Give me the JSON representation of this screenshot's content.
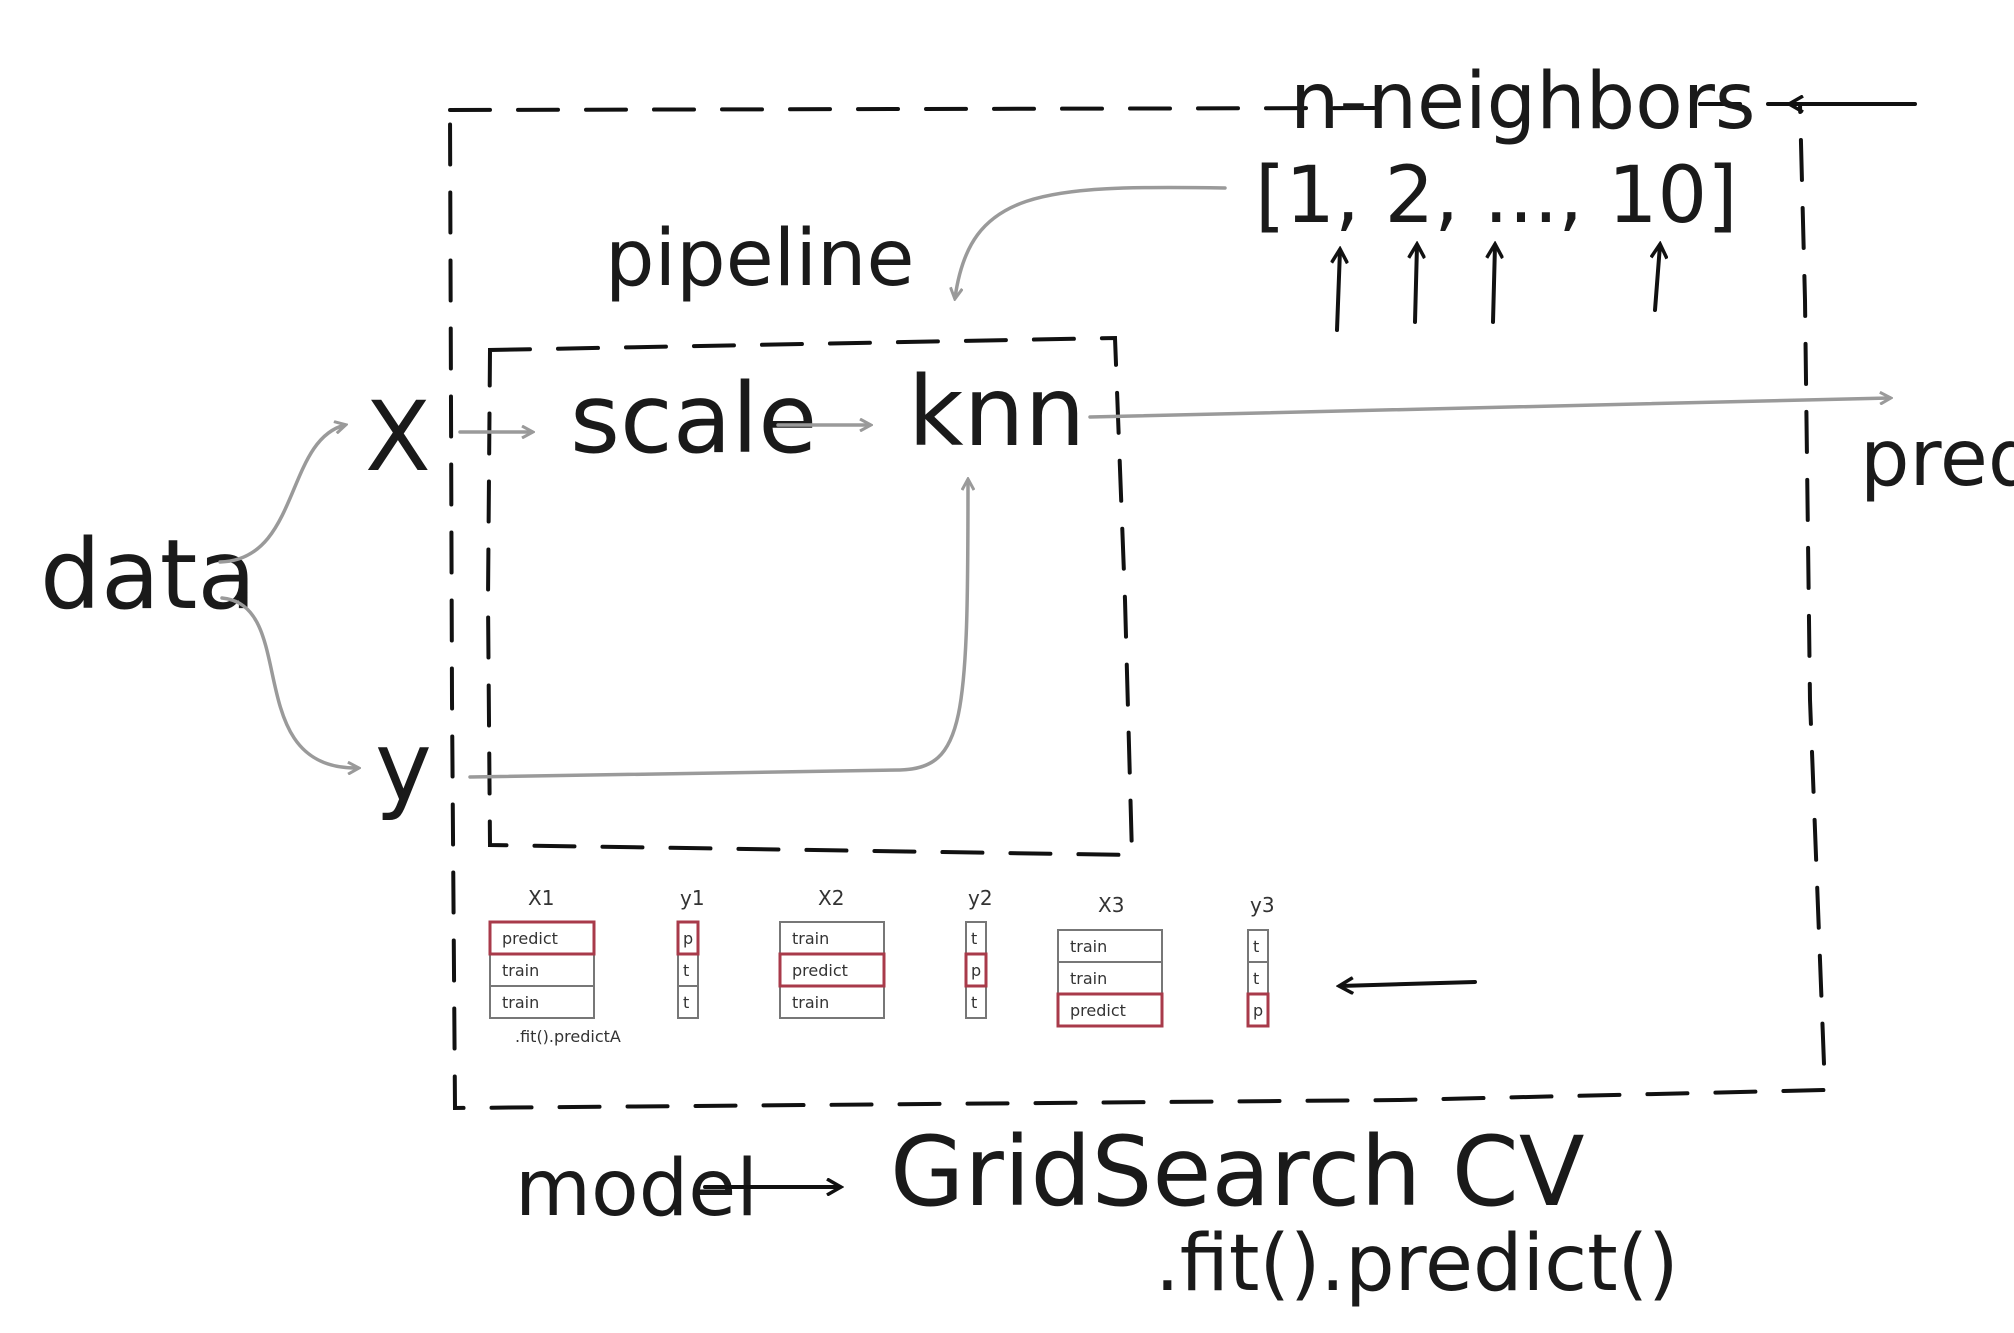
{
  "labels": {
    "data": "data",
    "x": "X",
    "y": "y",
    "pipeline": "pipeline",
    "scale": "scale",
    "knn": "knn",
    "n_neighbors": "n-neighbors",
    "param_list": "[1, 2, ..., 10]",
    "pred": "pred",
    "model": "model",
    "gridsearch": "GridSearch CV",
    "fit_predict": ".fit().predict()",
    "mini_fit_predict": ".fit().predictA"
  },
  "folds": [
    {
      "x_label": "X1",
      "y_label": "y1",
      "rows": [
        "predict",
        "train",
        "train"
      ],
      "y_cells": [
        "p",
        "t",
        "t"
      ],
      "highlight": 0
    },
    {
      "x_label": "X2",
      "y_label": "y2",
      "rows": [
        "train",
        "predict",
        "train"
      ],
      "y_cells": [
        "t",
        "p",
        "t"
      ],
      "highlight": 1
    },
    {
      "x_label": "X3",
      "y_label": "y3",
      "rows": [
        "train",
        "train",
        "predict"
      ],
      "y_cells": [
        "t",
        "t",
        "p"
      ],
      "highlight": 2
    }
  ],
  "colors": {
    "ink": "#1a1a1a",
    "arrow_grey": "#9a9a9a",
    "highlight_red": "#a83a4a"
  }
}
